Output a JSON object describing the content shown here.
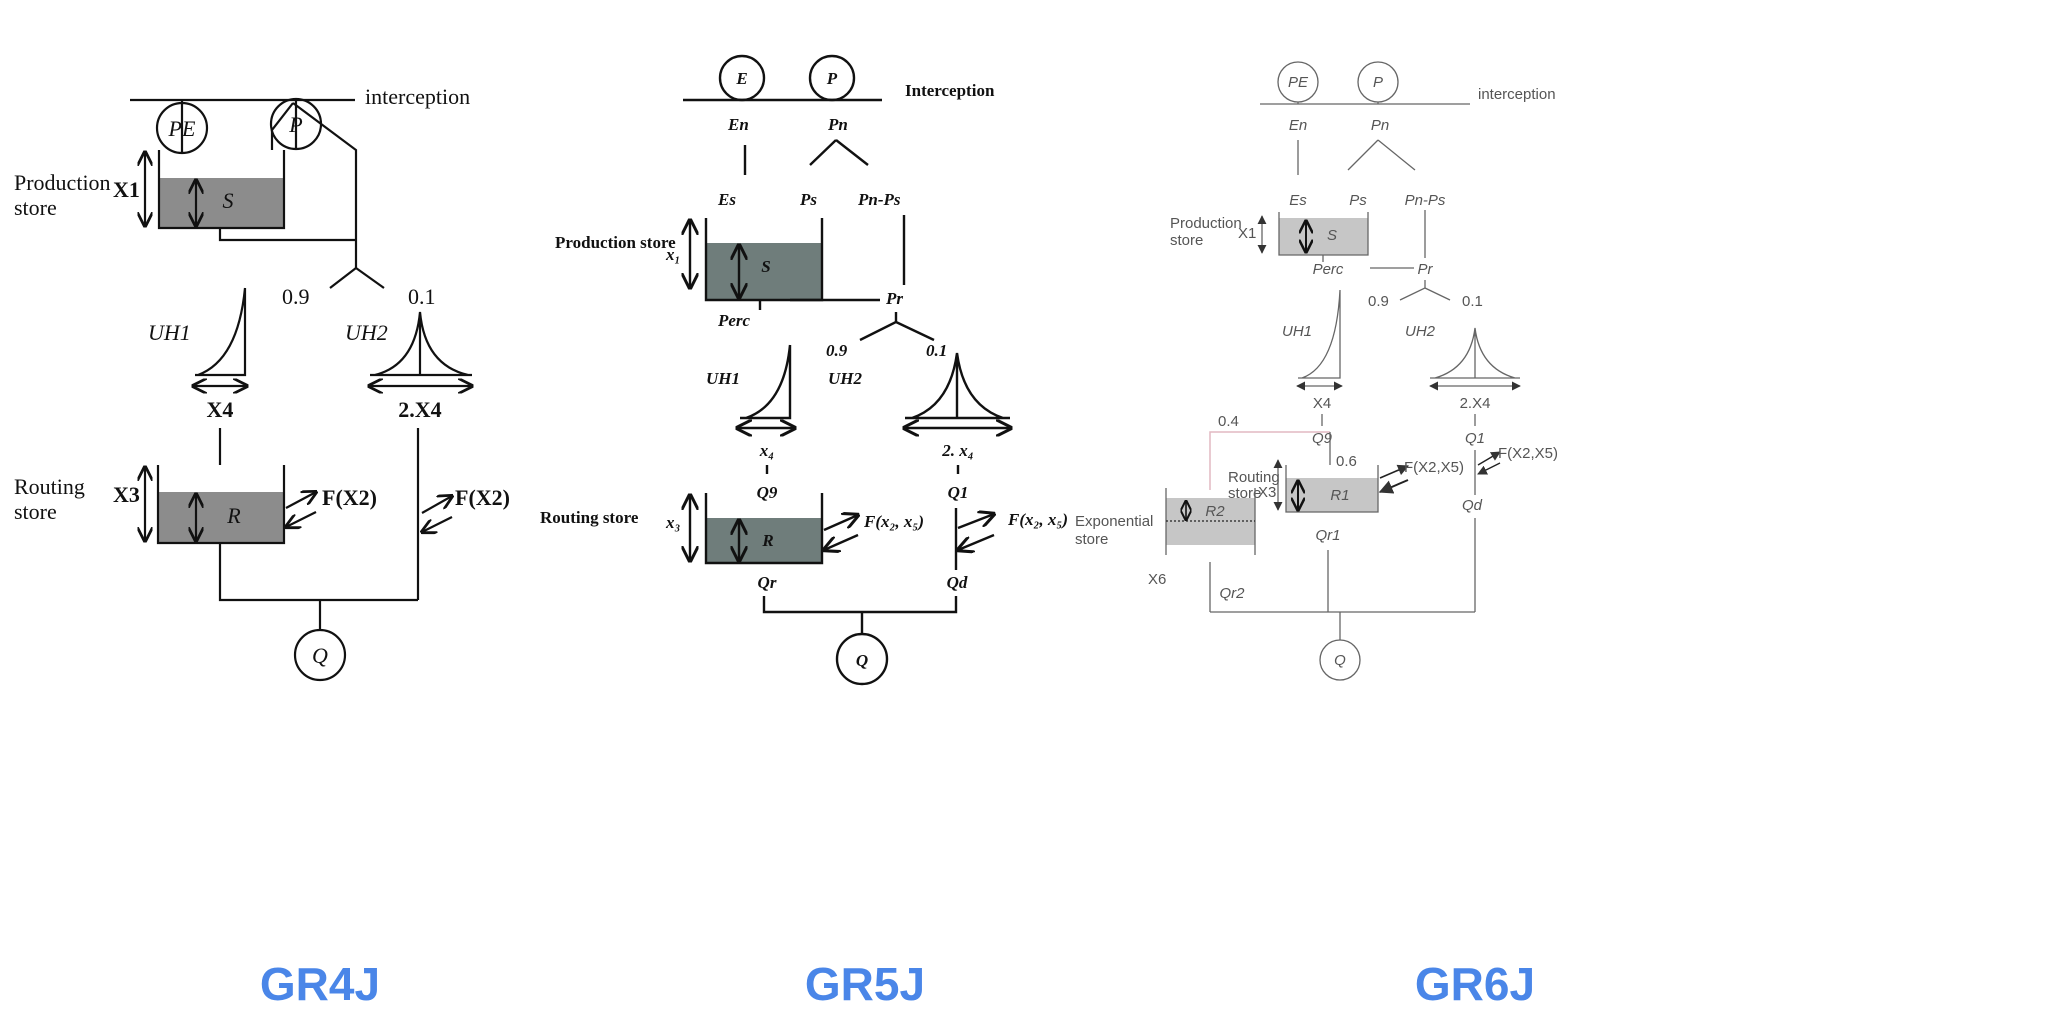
{
  "colors": {
    "title": "#4a86e8",
    "gr4j_store": "#8c8c8c",
    "gr5j_store": "#6f7d7b",
    "gr6j_store": "#c6c6c6",
    "gr6j_split_line": "#e2b9c2"
  },
  "gr4j": {
    "title": "GR4J",
    "pe": "PE",
    "p": "P",
    "interception": "interception",
    "production_store_1": "Production",
    "production_store_2": "store",
    "x1": "X1",
    "s": "S",
    "split_09": "0.9",
    "split_01": "0.1",
    "uh1": "UH1",
    "uh2": "UH2",
    "x4": "X4",
    "x4_2": "2.X4",
    "routing_store_1": "Routing",
    "routing_store_2": "store",
    "x3": "X3",
    "r": "R",
    "exchange_1": "F(X2)",
    "exchange_2": "F(X2)",
    "q": "Q"
  },
  "gr5j": {
    "title": "GR5J",
    "e": "E",
    "p": "P",
    "interception": "Interception",
    "en": "En",
    "pn": "Pn",
    "es": "Es",
    "ps": "Ps",
    "pn_ps": "Pn-Ps",
    "production_store": "Production store",
    "x1": "x₁",
    "s": "S",
    "perc": "Perc",
    "pr": "Pr",
    "split_09": "0.9",
    "split_01": "0.1",
    "uh1": "UH1",
    "uh2": "UH2",
    "x4": "x₄",
    "x4_2": "2. x₄",
    "q9": "Q9",
    "q1": "Q1",
    "routing_store": "Routing store",
    "x3": "x₃",
    "r": "R",
    "exchange_1": "F(x₂, x₅)",
    "exchange_2": "F(x₂, x₅)",
    "qr": "Qr",
    "qd": "Qd",
    "q": "Q"
  },
  "gr6j": {
    "title": "GR6J",
    "pe": "PE",
    "p": "P",
    "interception": "interception",
    "en": "En",
    "pn": "Pn",
    "es": "Es",
    "ps": "Ps",
    "pn_ps": "Pn-Ps",
    "production_store_1": "Production",
    "production_store_2": "store",
    "x1": "X1",
    "s": "S",
    "perc": "Perc",
    "pr": "Pr",
    "split_09": "0.9",
    "split_01": "0.1",
    "uh1": "UH1",
    "uh2": "UH2",
    "x4": "X4",
    "x4_2": "2.X4",
    "q9": "Q9",
    "q1": "Q1",
    "split_04": "0.4",
    "split_06": "0.6",
    "routing_store_1": "Routing",
    "routing_store_2": "store",
    "x3": "X3",
    "r1": "R1",
    "exchange_1": "F(X2,X5)",
    "exchange_2": "F(X2,X5)",
    "qd": "Qd",
    "exponential_store_1": "Exponential",
    "exponential_store_2": "store",
    "r2": "R2",
    "x6": "X6",
    "qr1": "Qr1",
    "qr2": "Qr2",
    "q": "Q"
  }
}
